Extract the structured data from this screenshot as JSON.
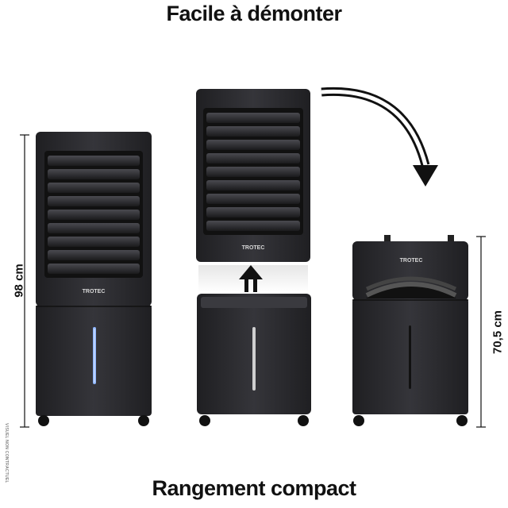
{
  "header": {
    "title": "Facile à démonter"
  },
  "footer": {
    "title": "Rangement compact"
  },
  "dimensions": {
    "tall_height": "98 cm",
    "compact_height": "70,5 cm"
  },
  "brand": "TROTEC",
  "disclaimer": "VISUEL NON CONTRACTUEL",
  "colors": {
    "body": "#2a2a2d",
    "panel": "#1c1c1e",
    "accent_light": "#8fb6ff",
    "background": "#ffffff"
  }
}
